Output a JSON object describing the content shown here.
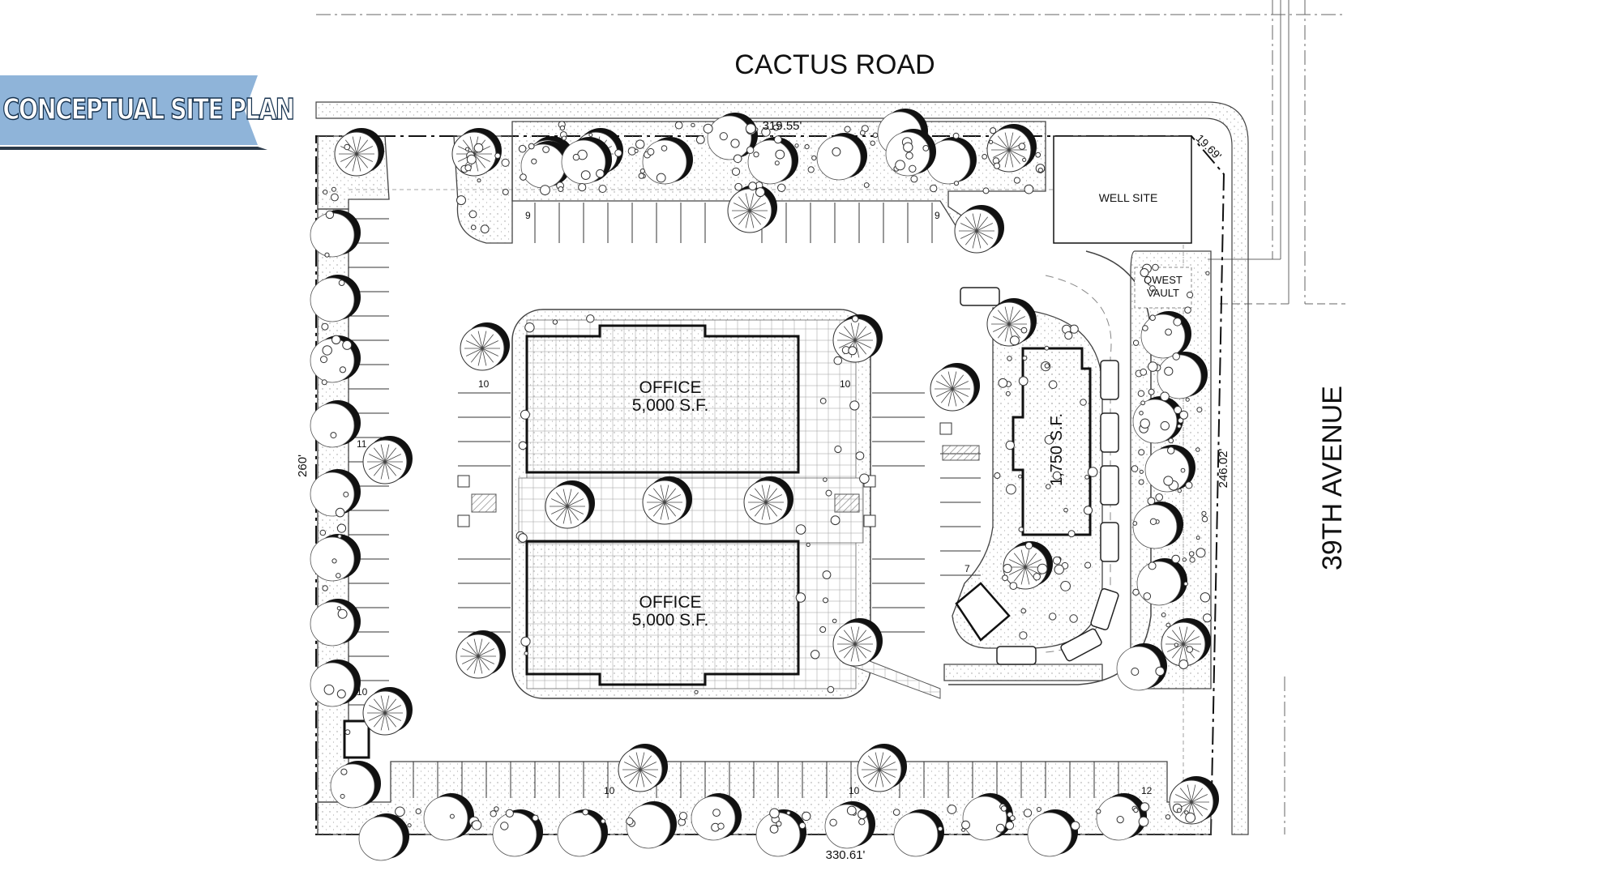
{
  "banner": {
    "title": "CONCEPTUAL SITE PLAN",
    "fill_color": "#8fb4d9",
    "shadow_color": "#2b3a4a"
  },
  "streets": {
    "north": "CACTUS ROAD",
    "east": "39TH AVENUE"
  },
  "dimensions": {
    "north": "319.55'",
    "south": "330.61'",
    "west": "260'",
    "east": "246.02'",
    "corner": "19.69'"
  },
  "areas": {
    "well_site": "WELL SITE",
    "qwest_vault_1": "QWEST",
    "qwest_vault_2": "VAULT"
  },
  "buildings": {
    "office_north": {
      "name": "OFFICE",
      "area": "5,000 S.F."
    },
    "office_south": {
      "name": "OFFICE",
      "area": "5,000 S.F."
    },
    "pad": {
      "area": "1,750 S.F."
    }
  },
  "stall_counts": {
    "north_left": "9",
    "north_right": "9",
    "west_upper": "11",
    "west_lower": "10",
    "center_left": "10",
    "center_right": "10",
    "pad_west": "7",
    "south_left": "10",
    "south_mid": "10",
    "south_right": "12"
  },
  "colors": {
    "line": "#111111",
    "landscape_line": "#555555",
    "pavement": "#ffffff",
    "hatch": "#9a9a9a"
  }
}
